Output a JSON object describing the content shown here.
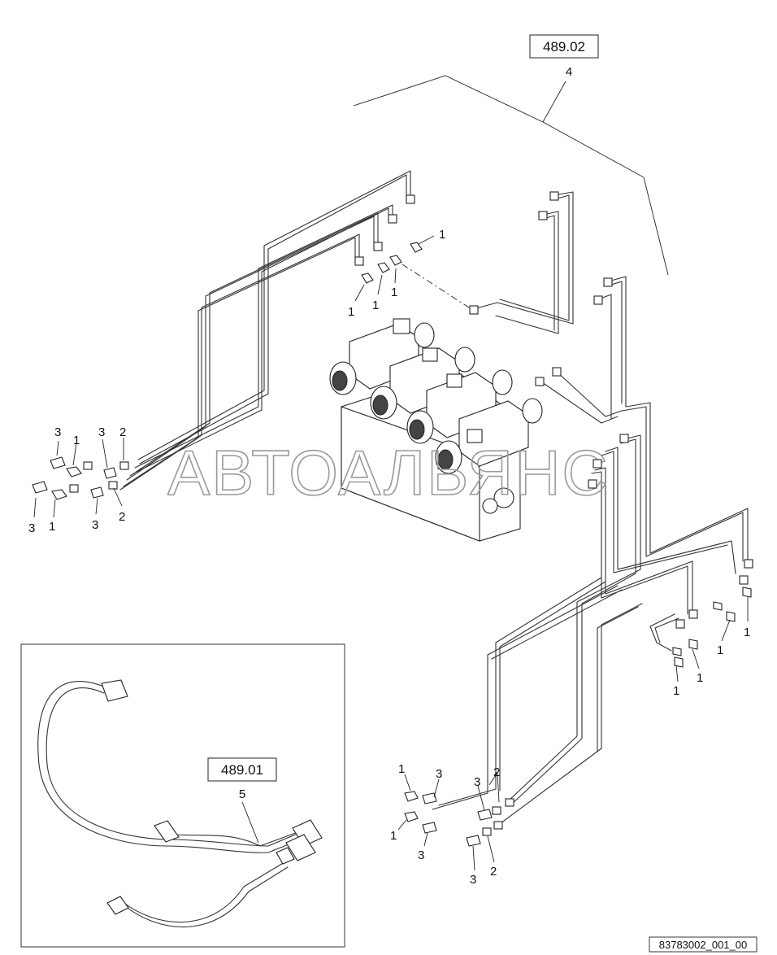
{
  "refs": {
    "top": {
      "box": "489.02",
      "item": "4"
    },
    "inset": {
      "box": "489.01",
      "item": "5"
    }
  },
  "drawing_code": "83783002_001_00",
  "watermark": "АВТОАЛЬЯНС",
  "callouts": {
    "c01": "1",
    "c02": "1",
    "c03": "1",
    "c04": "1",
    "c05": "3",
    "c06": "1",
    "c07": "3",
    "c08": "2",
    "c09": "3",
    "c10": "1",
    "c11": "3",
    "c12": "2",
    "c13": "1",
    "c14": "1",
    "c15": "1",
    "c16": "1",
    "c17": "1",
    "c18": "3",
    "c19": "3",
    "c20": "2",
    "c21": "1",
    "c22": "3",
    "c23": "3",
    "c24": "2"
  }
}
